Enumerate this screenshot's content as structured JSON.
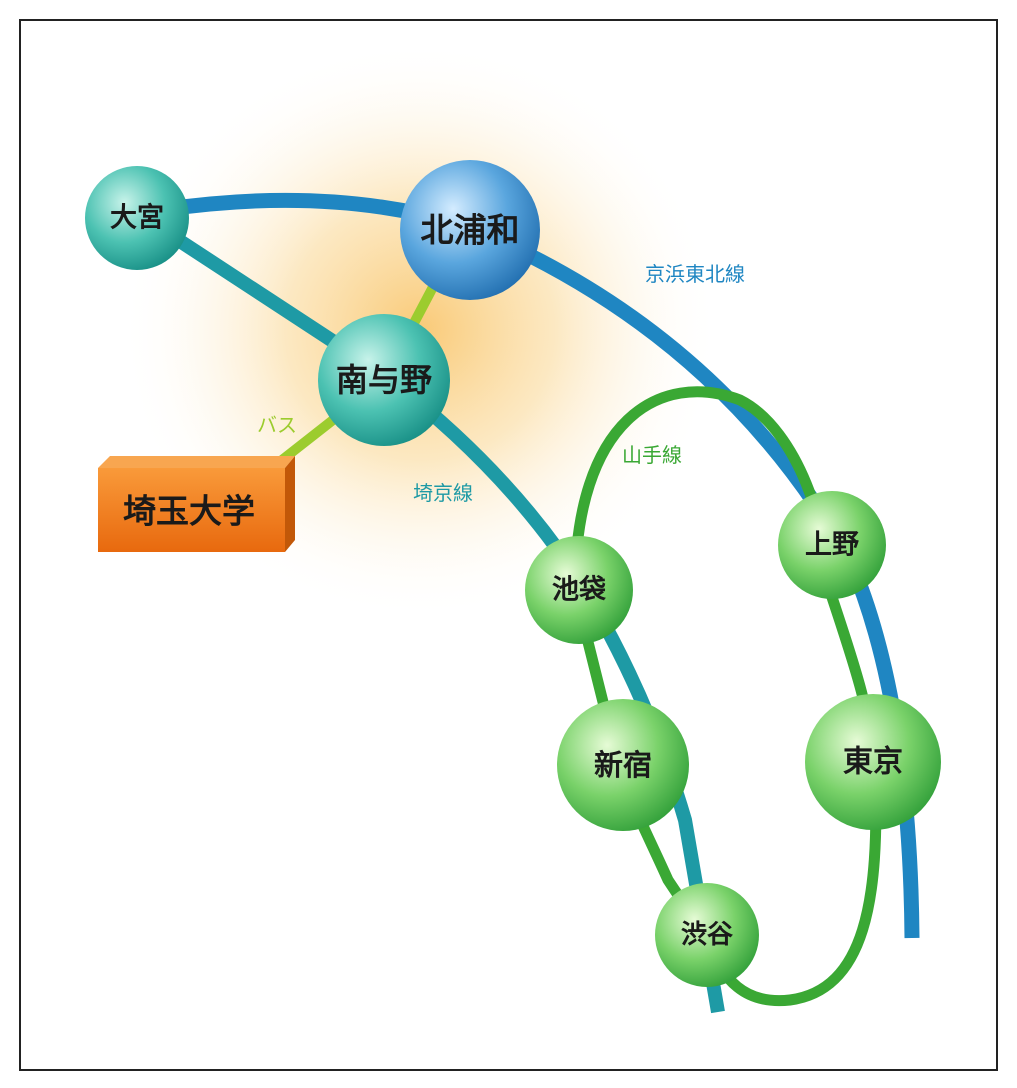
{
  "stations": {
    "omiya": "大宮",
    "kitaurawa": "北浦和",
    "minamiyono": "南与野",
    "ikebukuro": "池袋",
    "shinjuku": "新宿",
    "shibuya": "渋谷",
    "ueno": "上野",
    "tokyo": "東京"
  },
  "university": "埼玉大学",
  "lines": {
    "keihin_tohoku": "京浜東北線",
    "saikyo": "埼京線",
    "yamanote": "山手線",
    "bus": "バス"
  },
  "colors": {
    "keihin_tohoku": "#1f86c2",
    "saikyo": "#1e9aa5",
    "yamanote": "#3aa834",
    "bus": "#9ccc2e",
    "university_box": "#f07a1a",
    "glow": "#f9c86a"
  }
}
